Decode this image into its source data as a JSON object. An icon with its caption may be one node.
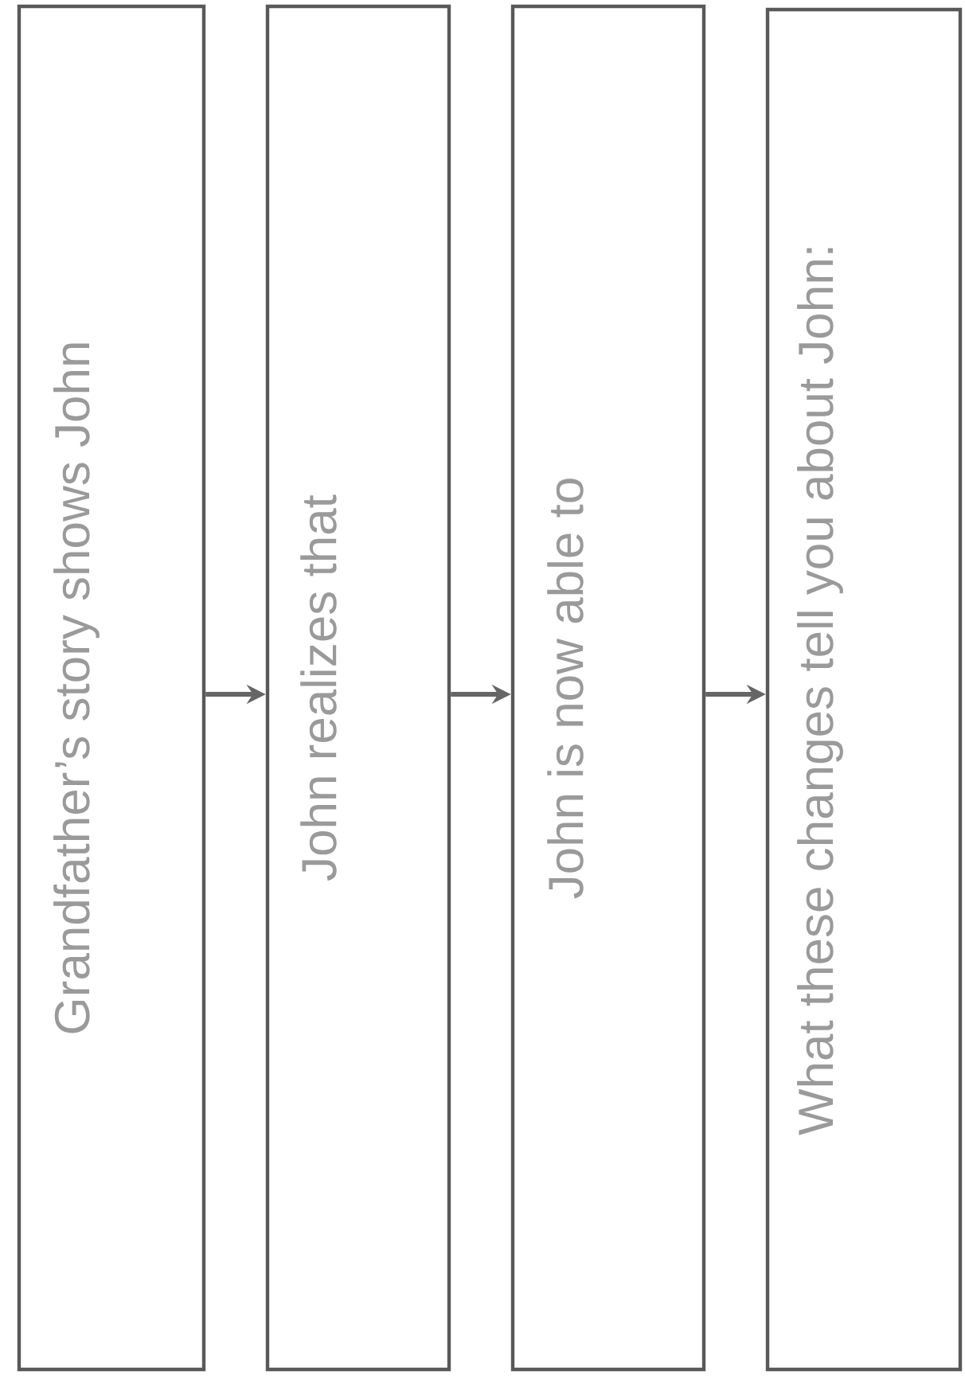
{
  "diagram": {
    "nodes": [
      {
        "text": [
          "Grandfather’s story shows John"
        ]
      },
      {
        "text": [
          "John realizes that"
        ]
      },
      {
        "text": [
          "John is now able to"
        ]
      },
      {
        "text": [
          "What these changes tell you about John:"
        ]
      }
    ],
    "edges": [
      {
        "from": 0,
        "to": 1,
        "arrow": "to"
      },
      {
        "from": 1,
        "to": 2,
        "arrow": "to"
      },
      {
        "from": 2,
        "to": 3,
        "arrow": "to"
      }
    ]
  }
}
